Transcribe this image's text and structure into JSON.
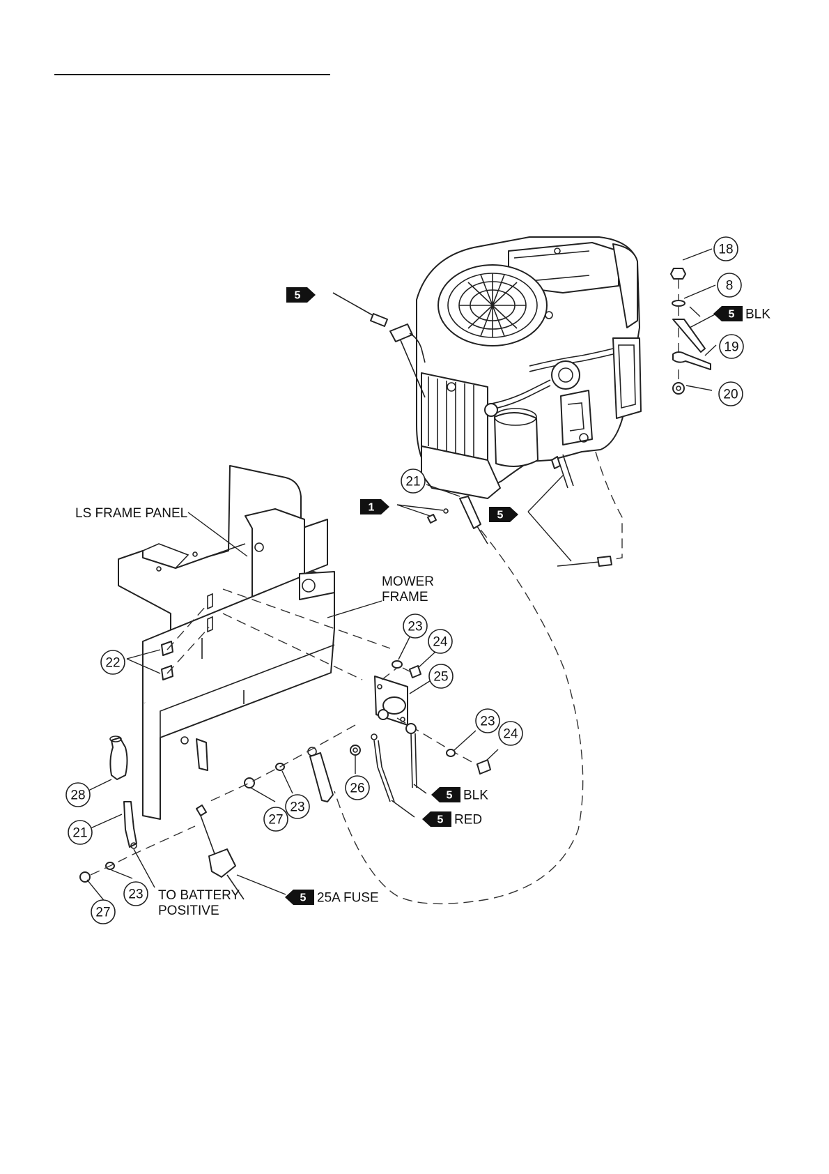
{
  "labels": {
    "ls_frame_panel": "LS FRAME PANEL",
    "mower_line1": "MOWER",
    "mower_line2": "FRAME",
    "battery_line1": "TO BATTERY",
    "battery_line2": "POSITIVE"
  },
  "callouts": [
    {
      "id": "c18",
      "num": "18"
    },
    {
      "id": "c8",
      "num": "8"
    },
    {
      "id": "c19",
      "num": "19"
    },
    {
      "id": "c20",
      "num": "20"
    },
    {
      "id": "c21a",
      "num": "21"
    },
    {
      "id": "c22",
      "num": "22"
    },
    {
      "id": "c23a",
      "num": "23"
    },
    {
      "id": "c24a",
      "num": "24"
    },
    {
      "id": "c25",
      "num": "25"
    },
    {
      "id": "c23b",
      "num": "23"
    },
    {
      "id": "c24b",
      "num": "24"
    },
    {
      "id": "c26",
      "num": "26"
    },
    {
      "id": "c27a",
      "num": "27"
    },
    {
      "id": "c23c",
      "num": "23"
    },
    {
      "id": "c28",
      "num": "28"
    },
    {
      "id": "c21b",
      "num": "21"
    },
    {
      "id": "c23d",
      "num": "23"
    },
    {
      "id": "c27b",
      "num": "27"
    }
  ],
  "tags": [
    {
      "id": "t5a",
      "num": "5",
      "label": ""
    },
    {
      "id": "t5blk1",
      "num": "5",
      "label": "BLK"
    },
    {
      "id": "t1",
      "num": "1",
      "label": ""
    },
    {
      "id": "t5b",
      "num": "5",
      "label": ""
    },
    {
      "id": "t5blk2",
      "num": "5",
      "label": "BLK"
    },
    {
      "id": "t5red",
      "num": "5",
      "label": "RED"
    },
    {
      "id": "t5fuse",
      "num": "5",
      "label": "25A FUSE"
    }
  ],
  "colors": {
    "ink": "#111111",
    "paper": "#ffffff"
  }
}
